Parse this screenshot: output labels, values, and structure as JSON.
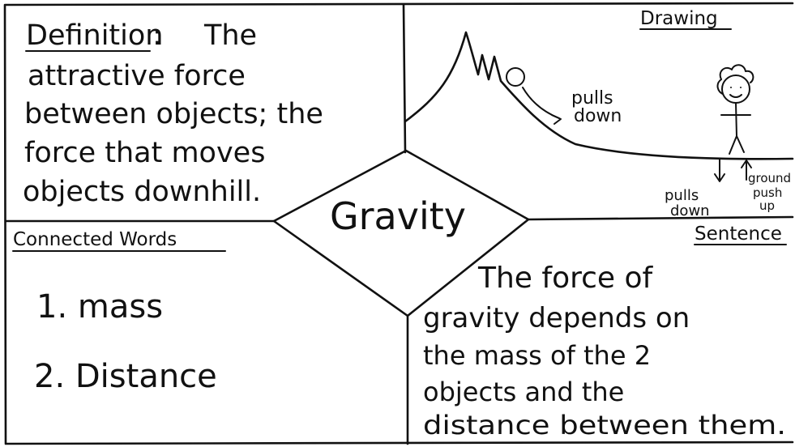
{
  "center_word": "Gravity",
  "definition": {
    "heading": "Definition",
    "lines": [
      "The",
      "attractive force",
      "between objects; the",
      "force that moves",
      "objects downhill."
    ]
  },
  "drawing": {
    "heading": "Drawing",
    "labels": {
      "pulls_down_1a": "pulls",
      "pulls_down_1b": "down",
      "pulls_down_2a": "pulls",
      "pulls_down_2b": "down",
      "ground_a": "ground",
      "ground_b": "push",
      "ground_c": "up"
    }
  },
  "connected_words": {
    "heading": "Connected Words",
    "items": [
      "1. mass",
      "2. Distance"
    ]
  },
  "sentence": {
    "heading": "Sentence",
    "lines": [
      "The force of",
      "gravity depends on",
      "the mass of the 2",
      "objects and the",
      "distance between them."
    ]
  }
}
